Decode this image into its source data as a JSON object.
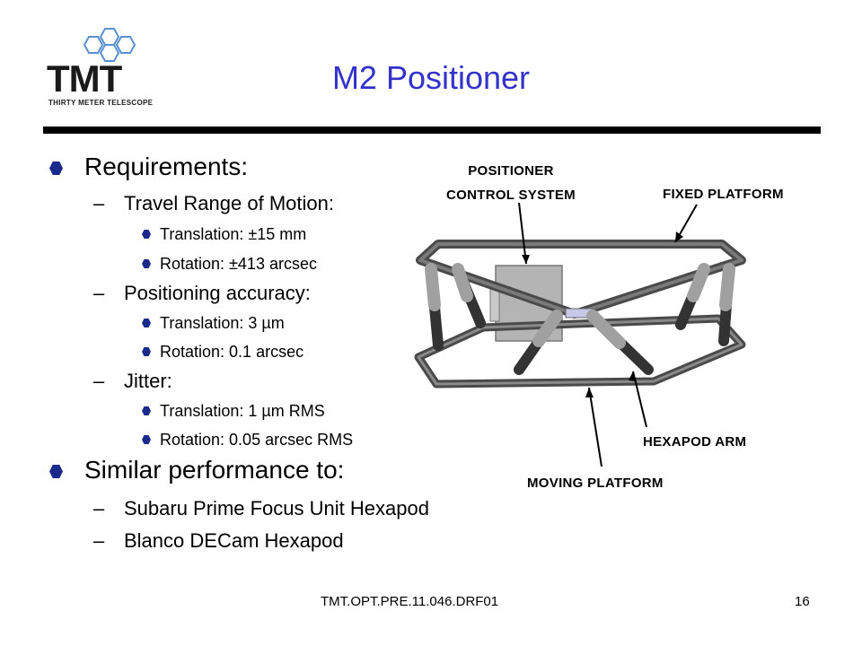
{
  "logo": {
    "main": "TMT",
    "sub": "THIRTY METER TELESCOPE",
    "icon": "hexagon-mirror-icon"
  },
  "title": "M2 Positioner",
  "bullets": {
    "requirements": "Requirements:",
    "travel": "Travel Range of Motion:",
    "travel_translation": "Translation:  ±15 mm",
    "travel_rotation": "Rotation: ±413 arcsec",
    "accuracy": "Positioning accuracy:",
    "accuracy_translation": "Translation:  3 µm",
    "accuracy_rotation": "Rotation:  0.1 arcsec",
    "jitter": "Jitter:",
    "jitter_translation": "Translation:  1 µm RMS",
    "jitter_rotation": "Rotation:  0.05 arcsec RMS",
    "similar": "Similar performance to:",
    "subaru": "Subaru Prime Focus Unit Hexapod",
    "blanco": "Blanco DECam Hexapod"
  },
  "callouts": {
    "control_line1": "POSITIONER",
    "control_line2": "CONTROL SYSTEM",
    "fixed": "FIXED PLATFORM",
    "hexapod": "HEXAPOD ARM",
    "moving": "MOVING PLATFORM"
  },
  "footer": {
    "doc_id": "TMT.OPT.PRE.11.046.DRF01",
    "page_number": "16"
  },
  "colors": {
    "title": "#3333cc",
    "bullet": "#1a2a8c",
    "rule": "#000000"
  }
}
